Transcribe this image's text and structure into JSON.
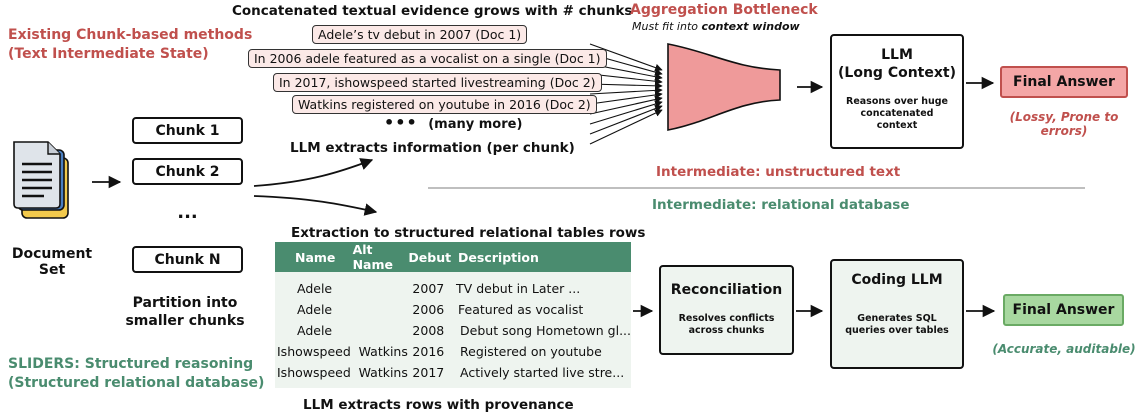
{
  "top_method": {
    "title": "Existing Chunk-based methods",
    "subtitle": "(Text Intermediate State)"
  },
  "bottom_method": {
    "title": "SLIDERS: Structured reasoning",
    "subtitle": "(Structured relational database)"
  },
  "document_set_label": "Document Set",
  "chunks": [
    "Chunk 1",
    "Chunk 2",
    "Chunk N"
  ],
  "chunks_ellipsis": "...",
  "partition_label": "Partition into smaller chunks",
  "evidence": {
    "title": "Concatenated textual evidence grows with # chunks",
    "items": [
      "Adele’s tv debut in  2007 (Doc 1)",
      "In 2006 adele featured as a vocalist on a single  (Doc 1)",
      "In 2017, ishowspeed started livestreaming (Doc 2)",
      "Watkins registered on youtube in 2016 (Doc 2)"
    ],
    "more": "(many more)"
  },
  "llm_extracts_label": "LLM extracts information (per chunk)",
  "bottleneck": {
    "title": "Aggregation Bottleneck",
    "note_prefix": "Must fit into ",
    "note_emphasis": "context window"
  },
  "llm_long": {
    "title": "LLM",
    "subtitle": "(Long Context)",
    "desc": "Reasons over huge concatenated context"
  },
  "final_top": {
    "label": "Final Answer",
    "note": "(Lossy, Prone to errors)"
  },
  "intermediate_unstructured": "Intermediate: unstructured text",
  "intermediate_relational": "Intermediate: relational database",
  "extraction_title": "Extraction to structured relational tables rows",
  "table": {
    "headers": [
      "Name",
      "Alt Name",
      "Debut",
      "Description"
    ],
    "rows": [
      [
        "Adele",
        "",
        "2007",
        "TV debut in Later ..."
      ],
      [
        "Adele",
        "",
        "2006",
        "Featured as vocalist"
      ],
      [
        "Adele",
        "",
        "2008",
        "Debut song Hometown gl..."
      ],
      [
        "Ishowspeed",
        "Watkins",
        "2016",
        "Registered on youtube"
      ],
      [
        "Ishowspeed",
        "Watkins",
        "2017",
        "Actively started live stre..."
      ]
    ]
  },
  "rows_provenance_label": "LLM extracts rows with provenance",
  "reconciliation": {
    "title": "Reconciliation",
    "desc": "Resolves conflicts across chunks"
  },
  "coding_llm": {
    "title": "Coding LLM",
    "desc": "Generates SQL queries over tables"
  },
  "final_bottom": {
    "label": "Final Answer",
    "note": "(Accurate, auditable)"
  },
  "colors": {
    "red": "#c0504d",
    "green": "#4a8c6f",
    "evidence_fill": "#fbe9e7",
    "funnel_fill": "#ef9a9a",
    "final_top_fill": "#f4a6a6",
    "final_bottom_fill": "#a8d8a0"
  }
}
